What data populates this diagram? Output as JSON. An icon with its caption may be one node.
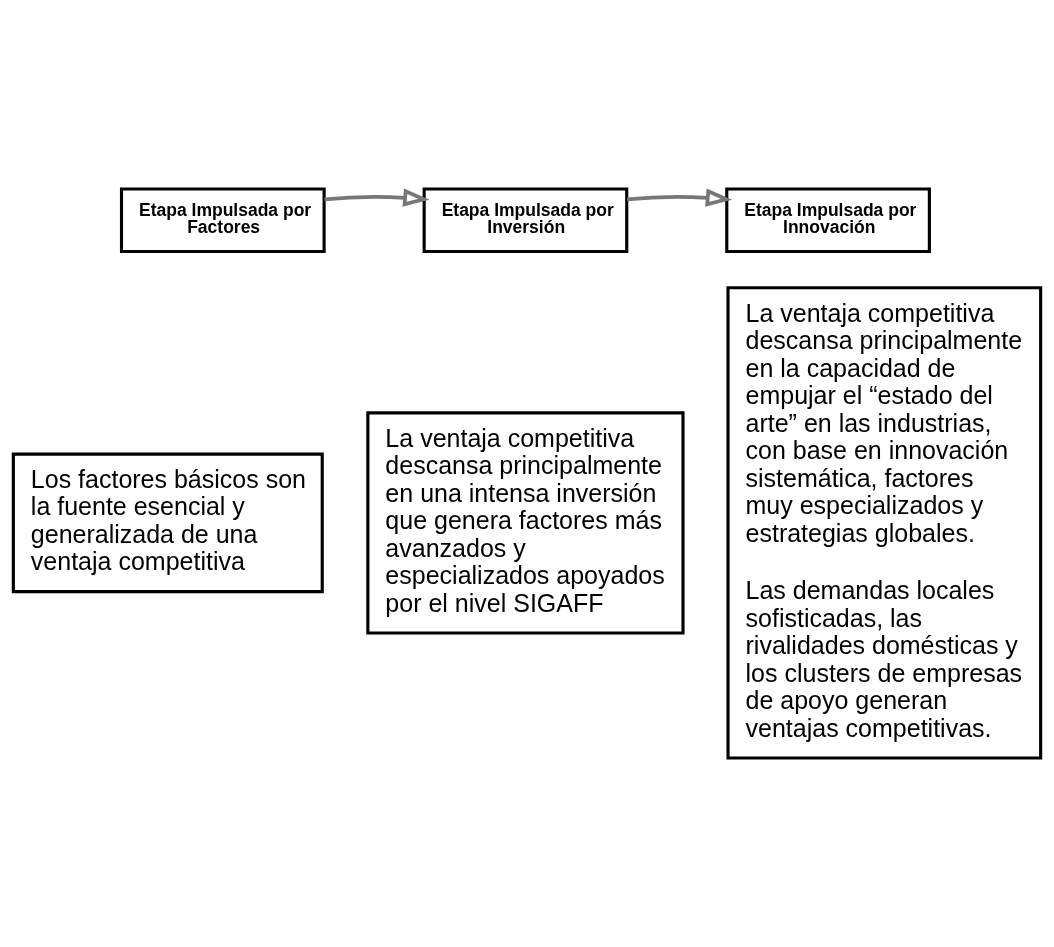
{
  "diagram": {
    "nodes": [
      {
        "text": [
          "Etapa Impulsada por Factores"
        ]
      },
      {
        "text": [
          "Los factores básicos son la fuente esencial y generalizada de una ventaja competitiva"
        ]
      },
      {
        "text": [
          "Etapa Impulsada por Inversión"
        ]
      },
      {
        "text": [
          "La ventaja competitiva descansa principalmente en una intensa inversión que genera factores más avanzados y especializados apoyados por el nivel SIGAFF"
        ]
      },
      {
        "text": [
          "Etapa Impulsada por Innovación"
        ]
      },
      {
        "text": [
          "La ventaja competitiva descansa principalmente en la capacidad de empujar el “estado del arte” en las industrias, con base en innovación sistemática, factores muy especializados y estrategias globales.",
          "Las demandas locales sofisticadas, las rivalidades domésticas y los clusters de empresas de apoyo generan ventajas competitivas."
        ]
      }
    ],
    "edges": [
      {
        "from": 0,
        "to": 2,
        "arrow": "to"
      },
      {
        "from": 2,
        "to": 4,
        "arrow": "to"
      }
    ]
  }
}
